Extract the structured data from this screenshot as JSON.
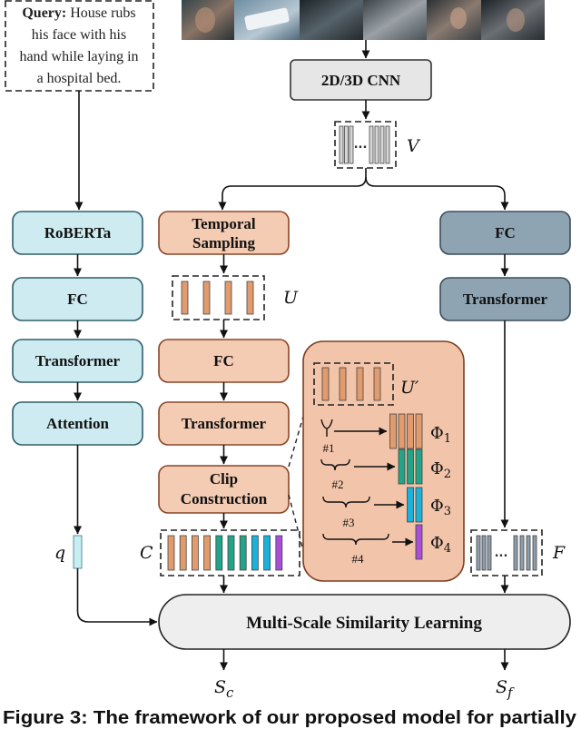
{
  "figure": {
    "query": {
      "label": "Query:",
      "lines": [
        "House rubs",
        "his face with his",
        "hand while laying in",
        "a hospital bed."
      ]
    },
    "video_encoder": {
      "label": "2D/3D CNN",
      "feature_label": "V",
      "ellipsis": "...",
      "bars_before": 3,
      "bars_after": 4
    },
    "text_branch": {
      "boxes": [
        "RoBERTa",
        "FC",
        "Transformer",
        "Attention"
      ],
      "output_label": "q"
    },
    "clip_branch": {
      "sampling_lines": [
        "Temporal",
        "Sampling"
      ],
      "sampled_label": "U",
      "sampled_bars": 4,
      "fc": "FC",
      "transformer": "Transformer",
      "clip_lines": [
        "Clip",
        "Construction"
      ],
      "output_label": "C"
    },
    "frame_branch": {
      "fc": "FC",
      "transformer": "Transformer",
      "output_label": "F",
      "ellipsis": "...",
      "bars_before": 3,
      "bars_after": 4
    },
    "clip_panel": {
      "input_label": "U′",
      "input_bars": 4,
      "scales": [
        {
          "tag": "#1",
          "symbol": "Φ",
          "sub": "1",
          "bars": 4,
          "color": "#e29b6d"
        },
        {
          "tag": "#2",
          "symbol": "Φ",
          "sub": "2",
          "bars": 3,
          "color": "#21a487"
        },
        {
          "tag": "#3",
          "symbol": "Φ",
          "sub": "3",
          "bars": 2,
          "color": "#19b2db"
        },
        {
          "tag": "#4",
          "symbol": "Φ",
          "sub": "4",
          "bars": 1,
          "color": "#a74fd6"
        }
      ]
    },
    "similarity": {
      "label": "Multi-Scale Similarity Learning"
    },
    "outputs": [
      {
        "symbol": "S",
        "sub": "c"
      },
      {
        "symbol": "S",
        "sub": "f"
      }
    ]
  },
  "caption": "Figure 3: The framework of our proposed model for partially",
  "colors": {
    "text-fill": "#cdebf0",
    "text-stroke": "#2f5f69",
    "clip-fill": "#f4cbb3",
    "clip-stroke": "#8a4628",
    "frame-fill": "#8fa4b3",
    "frame-stroke": "#3b4c58",
    "cnn-fill": "#e6e6e6",
    "panel-fill": "#f2c4aa",
    "sim-fill": "#eeeeee",
    "query-vec": "#c6eef3",
    "feature-gray": "#d6d6d6",
    "frame-feature": "#8d9dab"
  }
}
